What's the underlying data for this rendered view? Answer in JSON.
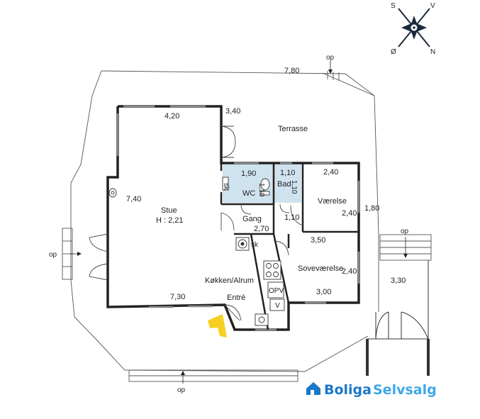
{
  "compass": {
    "s": "S",
    "v": "V",
    "o": "Ø",
    "n": "N"
  },
  "terrace": {
    "label": "Terrasse",
    "width_top": "7,80",
    "depth_right": "1,80",
    "width_right": "3,30",
    "stairs_label": "op"
  },
  "rooms": {
    "stue": {
      "label": "Stue",
      "height": "H : 2,21",
      "width": "4,20",
      "length": "7,40"
    },
    "bay_width": "3,40",
    "wc": {
      "label": "WC",
      "width": "1,90",
      "depth": "1,10",
      "sk": "sk"
    },
    "bad": {
      "label": "Bad",
      "width": "1,10",
      "depth": "1,10"
    },
    "vaerelse": {
      "label": "Værelse",
      "width": "2,40",
      "depth": "2,40"
    },
    "gang": {
      "label": "Gang",
      "width": "1,10",
      "length": "2,70"
    },
    "sovevaerelse": {
      "label": "Soveværelse",
      "width": "3,50",
      "bottom": "3,00",
      "depth": "2,40"
    },
    "kokken": {
      "label": "Køkken/Alrum",
      "width": "7,30",
      "sk": "sk",
      "opv": "OPV",
      "v": "V"
    },
    "entre": {
      "label": "Entré"
    }
  },
  "brand": {
    "name_a": "Boliga",
    "name_b": "Selvsalg",
    "color_a": "#1a78c8",
    "color_b": "#3ea7e8"
  }
}
